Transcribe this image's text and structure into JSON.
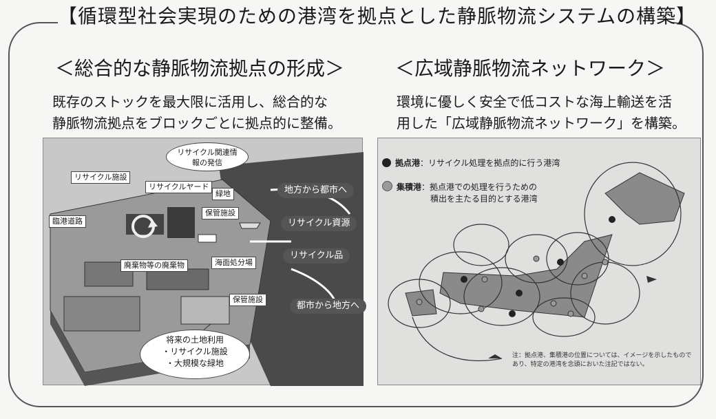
{
  "main_title": "【循環型社会実現のための港湾を拠点とした静脈物流システムの構築】",
  "left": {
    "heading": "＜総合的な静脈物流拠点の形成＞",
    "description_lines": [
      "既存のストックを最大限に活用し、総合的な",
      "静脈物流拠点をブロックごとに拠点的に整備。"
    ],
    "labels": {
      "recycle_facility": "リサイクル施設",
      "recycle_yard": "リサイクルヤード",
      "green": "緑地",
      "info": "リサイクル関連情報の発信",
      "road": "臨港道路",
      "facility_1": "保管施設",
      "facility_2": "保管施設",
      "waste": "廃棄物等の廃棄物",
      "sorting": "海面処分場",
      "future_title": "将来の土地利用",
      "future_item1": "・リサイクル施設",
      "future_item2": "・大規模な緑地",
      "to_city": "地方から都市へ",
      "recycle_resource": "リサイクル資源",
      "recycle_goods": "リサイクル品",
      "to_rural": "都市から地方へ"
    }
  },
  "right": {
    "heading": "＜広域静脈物流ネットワーク＞",
    "description_lines": [
      "環境に優しく安全で低コストな海上輸送を活",
      "用した「広域静脈物流ネットワーク」を構築。"
    ],
    "legend": {
      "hub_name": "拠点港",
      "hub_desc": "：リサイクル処理を拠点的に行う港湾",
      "collect_name": "集積港",
      "collect_desc_1": "：拠点港での処理を行うための",
      "collect_desc_2": "積出を主たる目的とする港湾"
    },
    "note": "注：拠点港、集積港の位置については、イメージを示したものであり、特定の港湾を念頭においた注記ではない。"
  },
  "colors": {
    "hub_dot": "#222222",
    "collect_dot": "#9a9a9a",
    "land": "#8a8a8a",
    "sea": "#c8c8c8"
  },
  "icons": [
    "recycle-arrows-icon",
    "truck-icon",
    "ship-icon",
    "ellipse-route-icon"
  ]
}
